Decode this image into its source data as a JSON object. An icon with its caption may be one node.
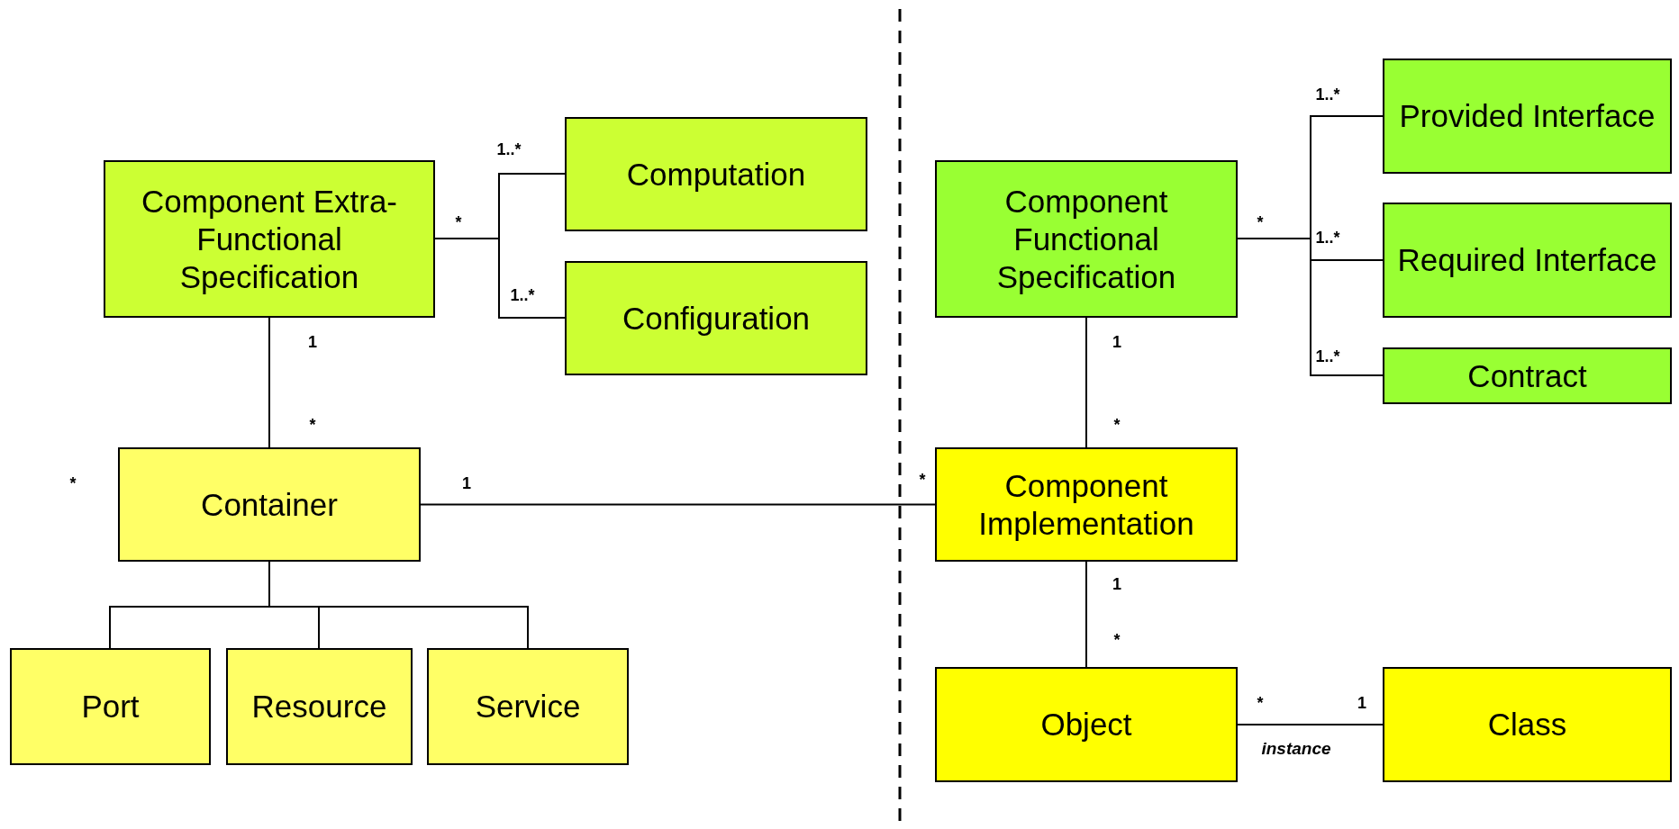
{
  "diagram": {
    "nodes": [
      {
        "text": [
          "Component Extra-Functional Specification"
        ]
      },
      {
        "text": [
          "Computation"
        ]
      },
      {
        "text": [
          "Configuration"
        ]
      },
      {
        "text": [
          "Container"
        ]
      },
      {
        "text": [
          "Port"
        ]
      },
      {
        "text": [
          "Resource"
        ]
      },
      {
        "text": [
          "Service"
        ]
      },
      {
        "text": [
          "Component Functional Specification"
        ]
      },
      {
        "text": [
          "Provided Interface"
        ]
      },
      {
        "text": [
          "Required Interface"
        ]
      },
      {
        "text": [
          "Contract"
        ]
      },
      {
        "text": [
          "Component Implementation"
        ]
      },
      {
        "text": [
          "Object"
        ]
      },
      {
        "text": [
          "Class"
        ]
      }
    ],
    "edges": [
      {
        "from": 0,
        "to": 1,
        "arrow": "none"
      },
      {
        "from": 0,
        "to": 2,
        "arrow": "none"
      },
      {
        "from": 0,
        "to": 3,
        "arrow": "none"
      },
      {
        "from": 3,
        "to": 4,
        "arrow": "none"
      },
      {
        "from": 3,
        "to": 5,
        "arrow": "none"
      },
      {
        "from": 3,
        "to": 6,
        "arrow": "none"
      },
      {
        "from": 3,
        "to": 11,
        "arrow": "none"
      },
      {
        "from": 7,
        "to": 8,
        "arrow": "none"
      },
      {
        "from": 7,
        "to": 9,
        "arrow": "none"
      },
      {
        "from": 7,
        "to": 10,
        "arrow": "none"
      },
      {
        "from": 7,
        "to": 11,
        "arrow": "none"
      },
      {
        "from": 11,
        "to": 12,
        "arrow": "none"
      },
      {
        "from": 12,
        "to": 13,
        "arrow": "none",
        "label": "instance"
      }
    ],
    "labels": [
      "1..*",
      "1..*",
      "*",
      "*",
      "1..*",
      "1..*",
      "1",
      "1",
      "1..*",
      "*",
      "*",
      "*",
      "1",
      "*",
      "1",
      "*",
      "*",
      "1"
    ]
  }
}
